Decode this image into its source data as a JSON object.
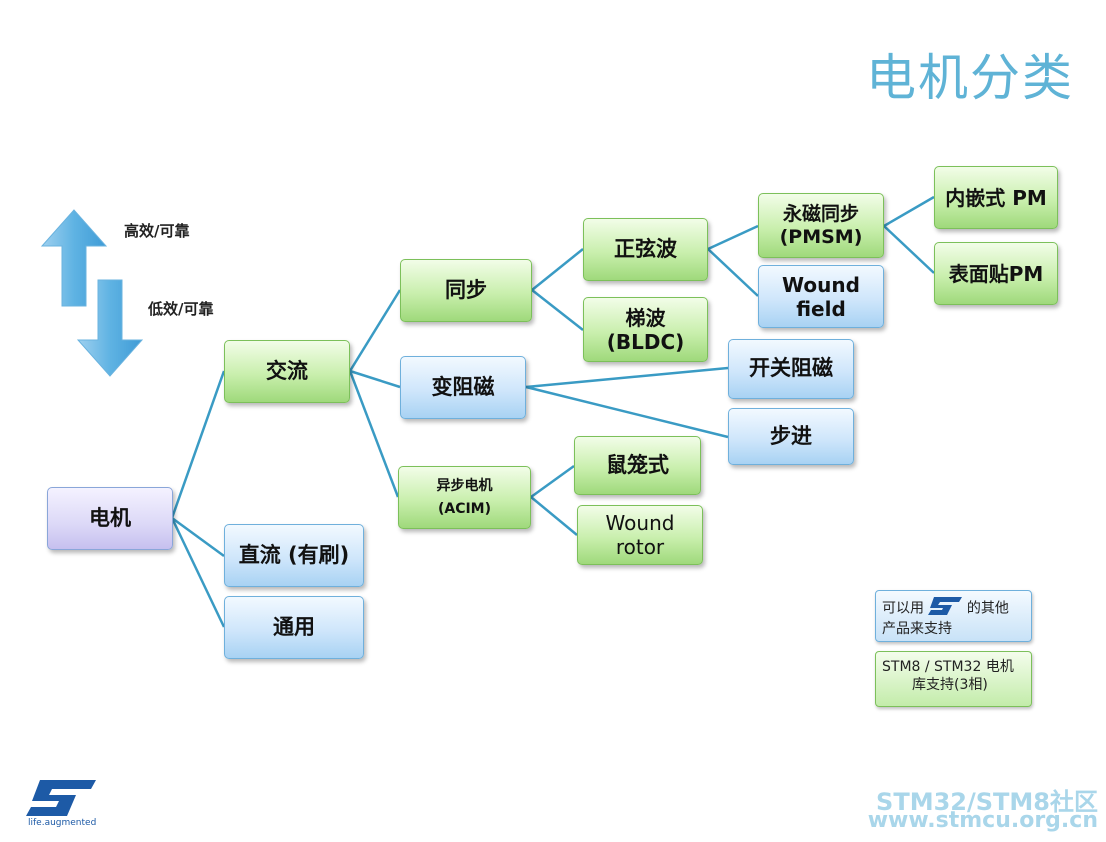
{
  "title": "电机分类",
  "legend_hints": {
    "high": "高效/可靠",
    "low": "低效/可靠"
  },
  "nodes": {
    "motor": "电机",
    "ac": "交流",
    "dc": "直流 (有刷)",
    "universal": "通用",
    "sync": "同步",
    "vr": "变阻磁",
    "async_line1": "异步电机",
    "async_line2": "(ACIM)",
    "sine": "正弦波",
    "trap_line1": "梯波",
    "trap_line2": "(BLDC)",
    "pmsm_line1": "永磁同步",
    "pmsm_line2": "(PMSM)",
    "wound_field_line1": "Wound",
    "wound_field_line2": "field",
    "ipm": "内嵌式 PM",
    "spm": "表面贴PM",
    "srm": "开关阻磁",
    "stepper": "步进",
    "squirrel": "鼠笼式",
    "wound_rotor_line1": "Wound",
    "wound_rotor_line2": "rotor"
  },
  "legend": {
    "st_other_line1_pre": "可以用",
    "st_other_line1_post": "的其他",
    "st_other_line2": "产品来支持",
    "stm_lib_line1": "STM8 / STM32 电机",
    "stm_lib_line2": "库支持(3相)"
  },
  "footer": {
    "logo_tagline": "life.augmented",
    "watermark_line1": "STM32/STM8社区",
    "watermark_line2": "www.stmcu.org.cn"
  },
  "colors": {
    "title": "#5fb3d6",
    "connector": "#3a9bc4",
    "green_node": "#c9efad",
    "blue_node": "#cfe6fb",
    "lavender_node": "#dcd8f7",
    "watermark": "#a9d6ea",
    "st_blue": "#1d5aa6"
  }
}
